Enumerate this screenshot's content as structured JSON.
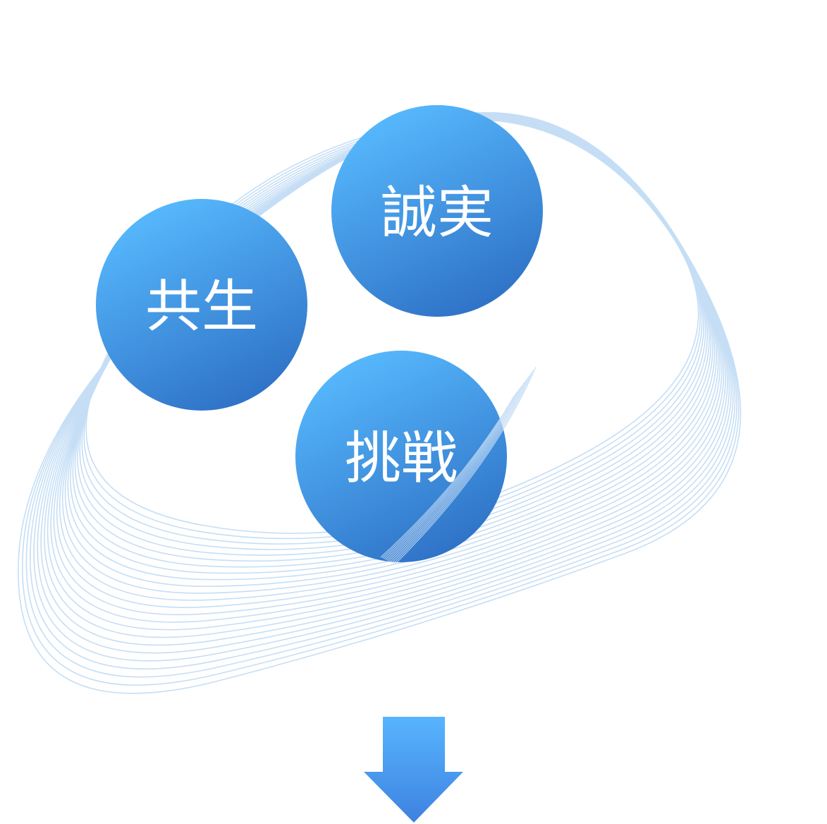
{
  "values": [
    {
      "id": "kyosei",
      "label": "共生"
    },
    {
      "id": "seijitsu",
      "label": "誠実"
    },
    {
      "id": "chosen",
      "label": "挑戦"
    }
  ],
  "colors": {
    "circle_top": "#58bbff",
    "circle_bottom": "#2d6fc4",
    "line": "#c5def5",
    "arrow_top": "#58b4ff",
    "arrow_bottom": "#3d82e0",
    "background": "#ffffff"
  },
  "icons": {
    "down": "arrow-down-icon"
  }
}
